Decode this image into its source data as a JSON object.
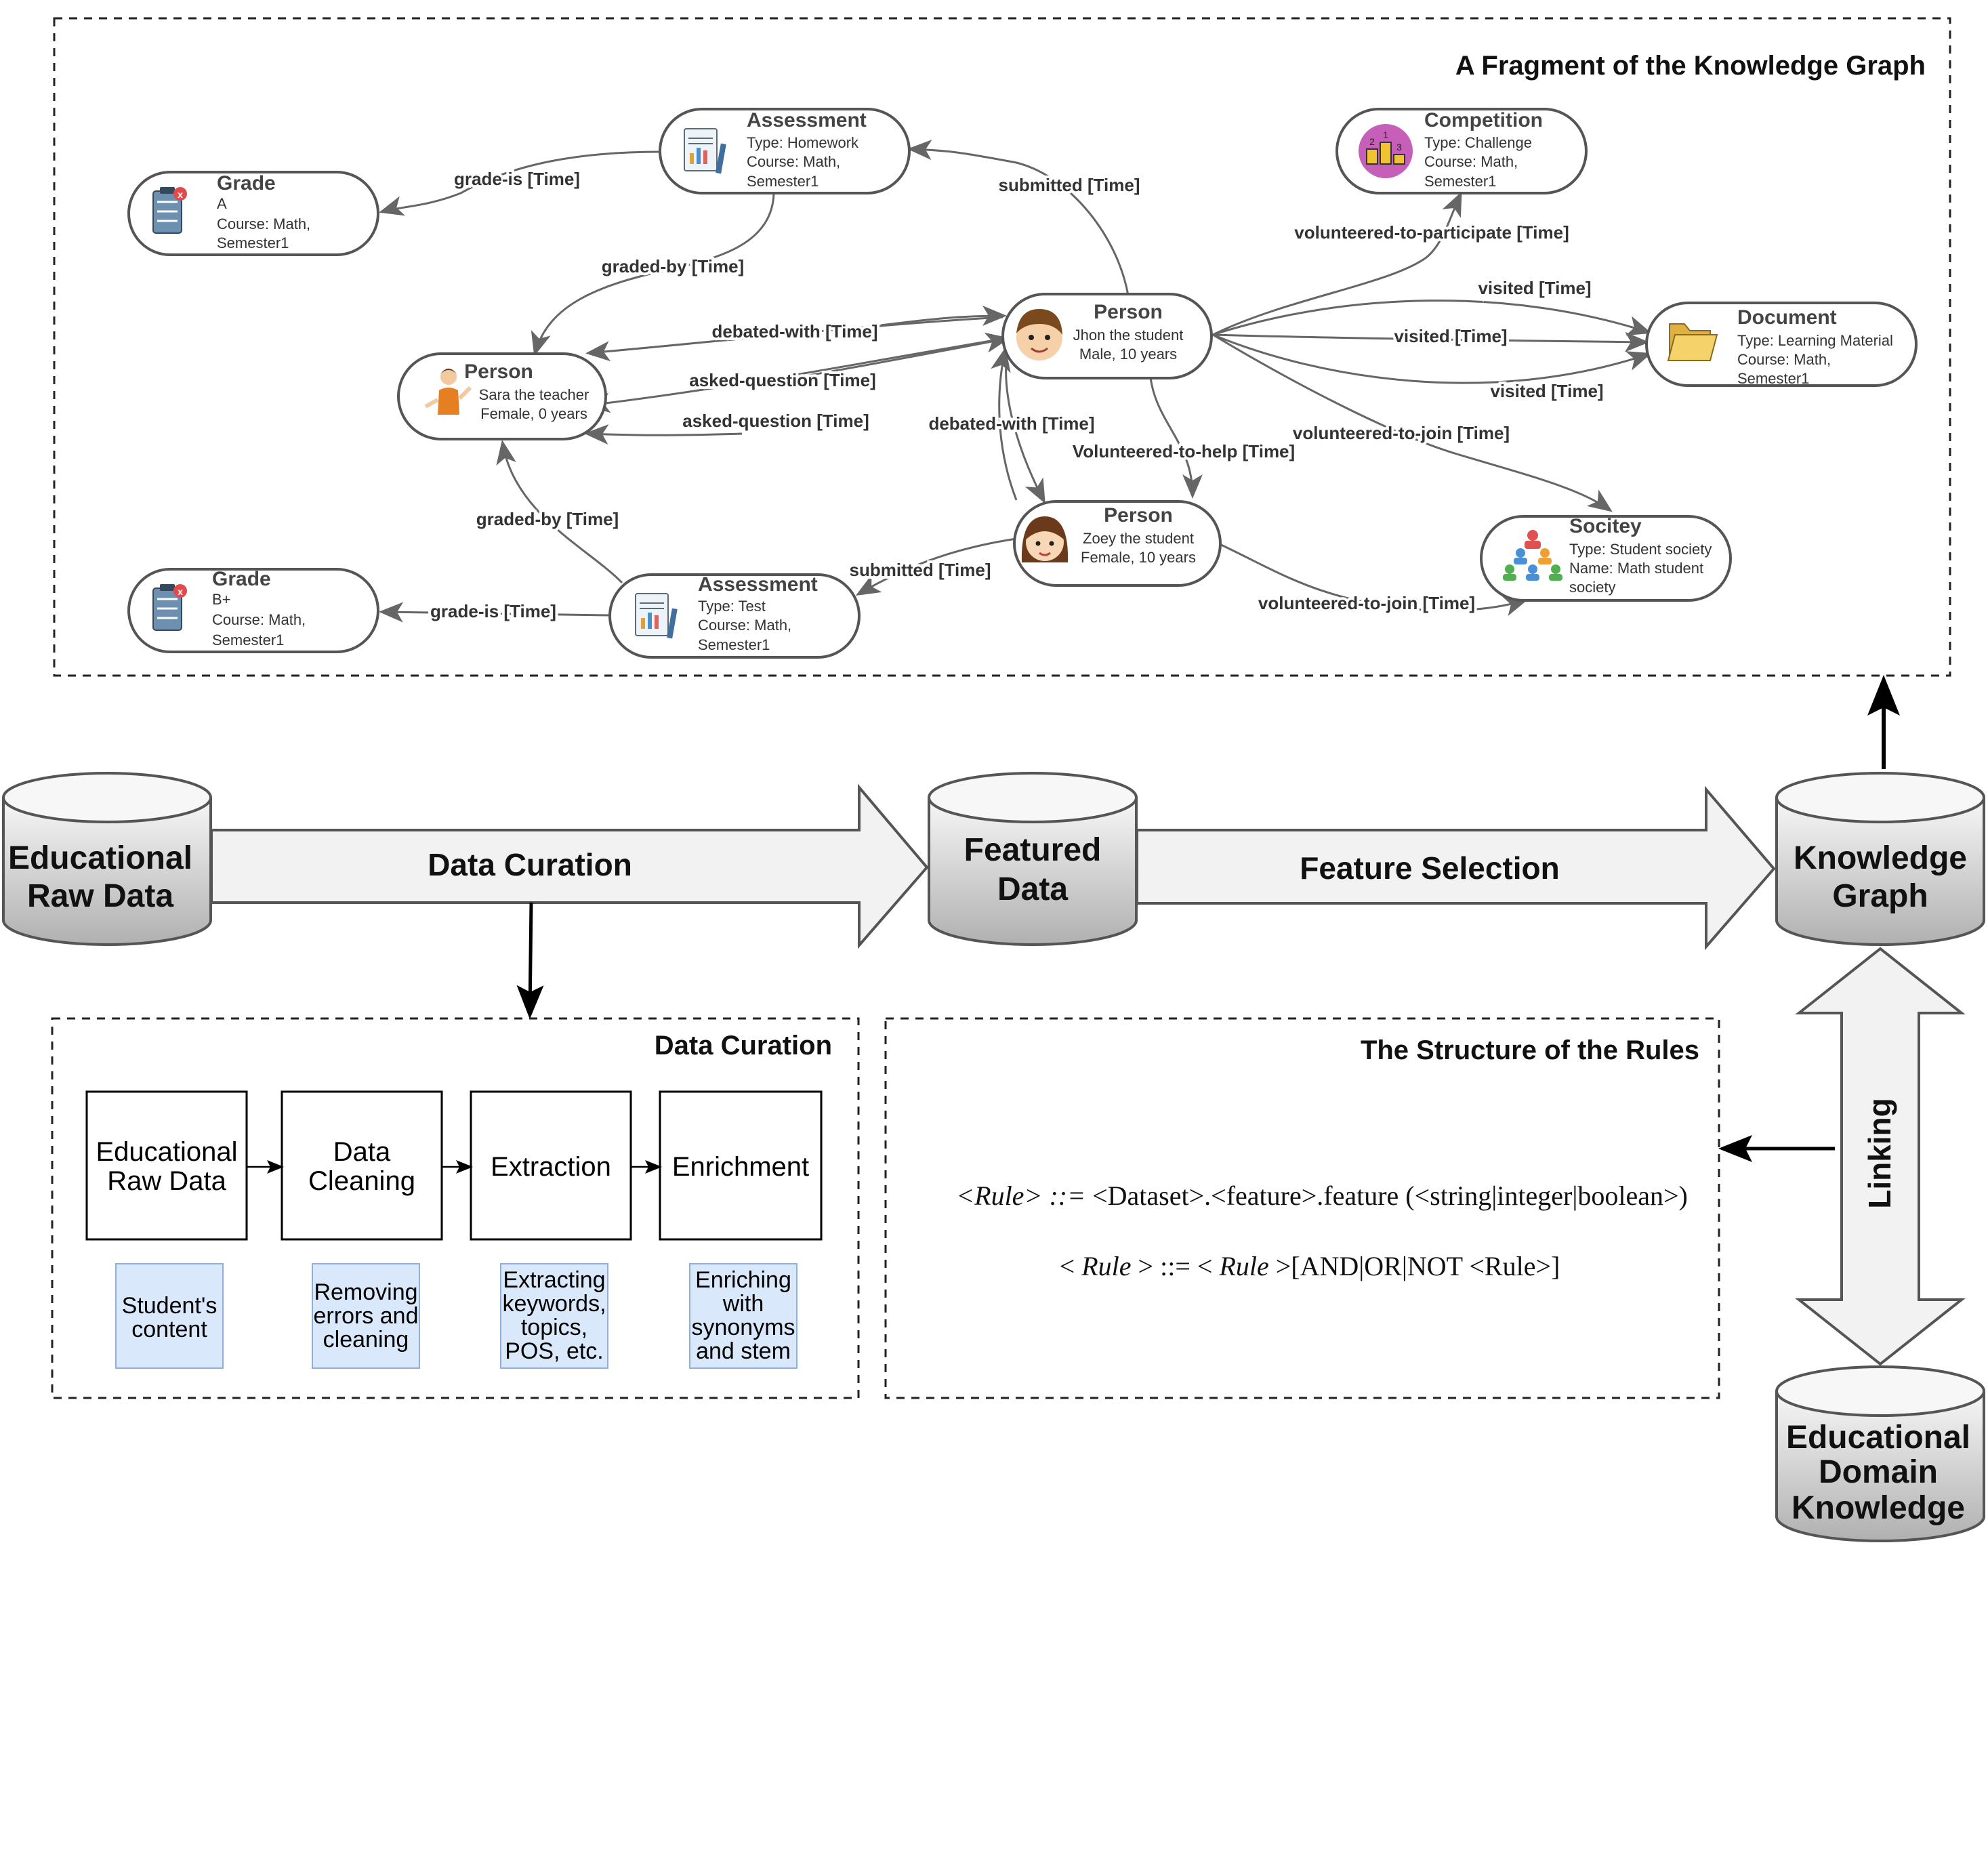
{
  "kg_panel": {
    "title": "A Fragment of the Knowledge Graph",
    "nodes": {
      "grade_a": {
        "title": "Grade",
        "lines": [
          "A",
          "Course: Math,",
          "Semester1"
        ]
      },
      "assessment_hw": {
        "title": "Assessment",
        "lines": [
          "Type: Homework",
          "Course: Math,",
          "Semester1"
        ]
      },
      "competition": {
        "title": "Competition",
        "lines": [
          "Type: Challenge",
          "Course: Math,",
          "Semester1"
        ]
      },
      "person_sara": {
        "title": "Person",
        "lines": [
          "Sara the teacher",
          "Female, 0 years"
        ]
      },
      "person_jhon": {
        "title": "Person",
        "lines": [
          "Jhon the student",
          "Male, 10 years"
        ]
      },
      "document": {
        "title": "Document",
        "lines": [
          "Type: Learning Material",
          "Course: Math,",
          "Semester1"
        ]
      },
      "person_zoey": {
        "title": "Person",
        "lines": [
          "Zoey the student",
          "Female, 10 years"
        ]
      },
      "society": {
        "title": "Socitey",
        "lines": [
          "Type: Student society",
          "Name: Math student",
          "society"
        ]
      },
      "grade_b": {
        "title": "Grade",
        "lines": [
          "B+",
          "Course: Math,",
          "Semester1"
        ]
      },
      "assessment_test": {
        "title": "Assessment",
        "lines": [
          "Type: Test",
          "Course: Math,",
          "Semester1"
        ]
      }
    },
    "edges": {
      "grade_is_1": "grade-is [Time]",
      "submitted_1": "submitted [Time]",
      "volunteered_participate": "volunteered-to-participate [Time]",
      "graded_by_1": "graded-by [Time]",
      "debated_with_1": "debated-with [Time]",
      "visited_1": "visited [Time]",
      "visited_2": "visited [Time]",
      "asked_question_1": "asked-question [Time]",
      "asked_question_2": "asked-question [Time]",
      "visited_3": "visited [Time]",
      "debated_with_2": "debated-with [Time]",
      "volunteered_join_1": "volunteered-to-join [Time]",
      "volunteered_help": "Volunteered-to-help [Time]",
      "graded_by_2": "graded-by [Time]",
      "submitted_2": "submitted [Time]",
      "grade_is_2": "grade-is [Time]",
      "volunteered_join_2": "volunteered-to-join [Time]"
    }
  },
  "pipeline": {
    "raw_data": [
      "Educational",
      "Raw Data"
    ],
    "featured_data": [
      "Featured",
      "Data"
    ],
    "knowledge_graph": [
      "Knowledge",
      "Graph"
    ],
    "domain_knowledge": [
      "Educational",
      "Domain",
      "Knowledge"
    ],
    "arrow_curation": "Data Curation",
    "arrow_selection": "Feature Selection",
    "arrow_linking": "Linking"
  },
  "curation_panel": {
    "title": "Data Curation",
    "steps": [
      {
        "label": [
          "Educational",
          "Raw Data"
        ],
        "note": [
          "Student's",
          "content"
        ]
      },
      {
        "label": [
          "Data",
          "Cleaning"
        ],
        "note": [
          "Removing",
          "errors and",
          "cleaning"
        ]
      },
      {
        "label": [
          "Extraction"
        ],
        "note": [
          "Extracting",
          "keywords,",
          "topics,",
          "POS, etc."
        ]
      },
      {
        "label": [
          "Enrichment"
        ],
        "note": [
          "Enriching",
          "with",
          "synonyms",
          "and stem"
        ]
      }
    ]
  },
  "rules_panel": {
    "title": "The Structure of the Rules",
    "rule1_lhs": "<Rule>",
    "rule1_op": " ::=",
    "rule1_rhs": " <Dataset>.<feature>.feature (<string|integer|boolean>)",
    "rule2_lt": "< ",
    "rule2_lhs": "Rule",
    "rule2_mid": " > ::= < ",
    "rule2_rule": "Rule",
    "rule2_rhs": " >[AND|OR|NOT <Rule>]"
  },
  "colors": {
    "stroke": "#4a4a4a",
    "edge": "#666666",
    "cylinder_top": "#f5f5f5",
    "cylinder_body_dark": "#b5b5b5",
    "arrow_fill": "#f2f2f2",
    "note_fill": "#dae8fc",
    "note_stroke": "#8fb0d8"
  }
}
